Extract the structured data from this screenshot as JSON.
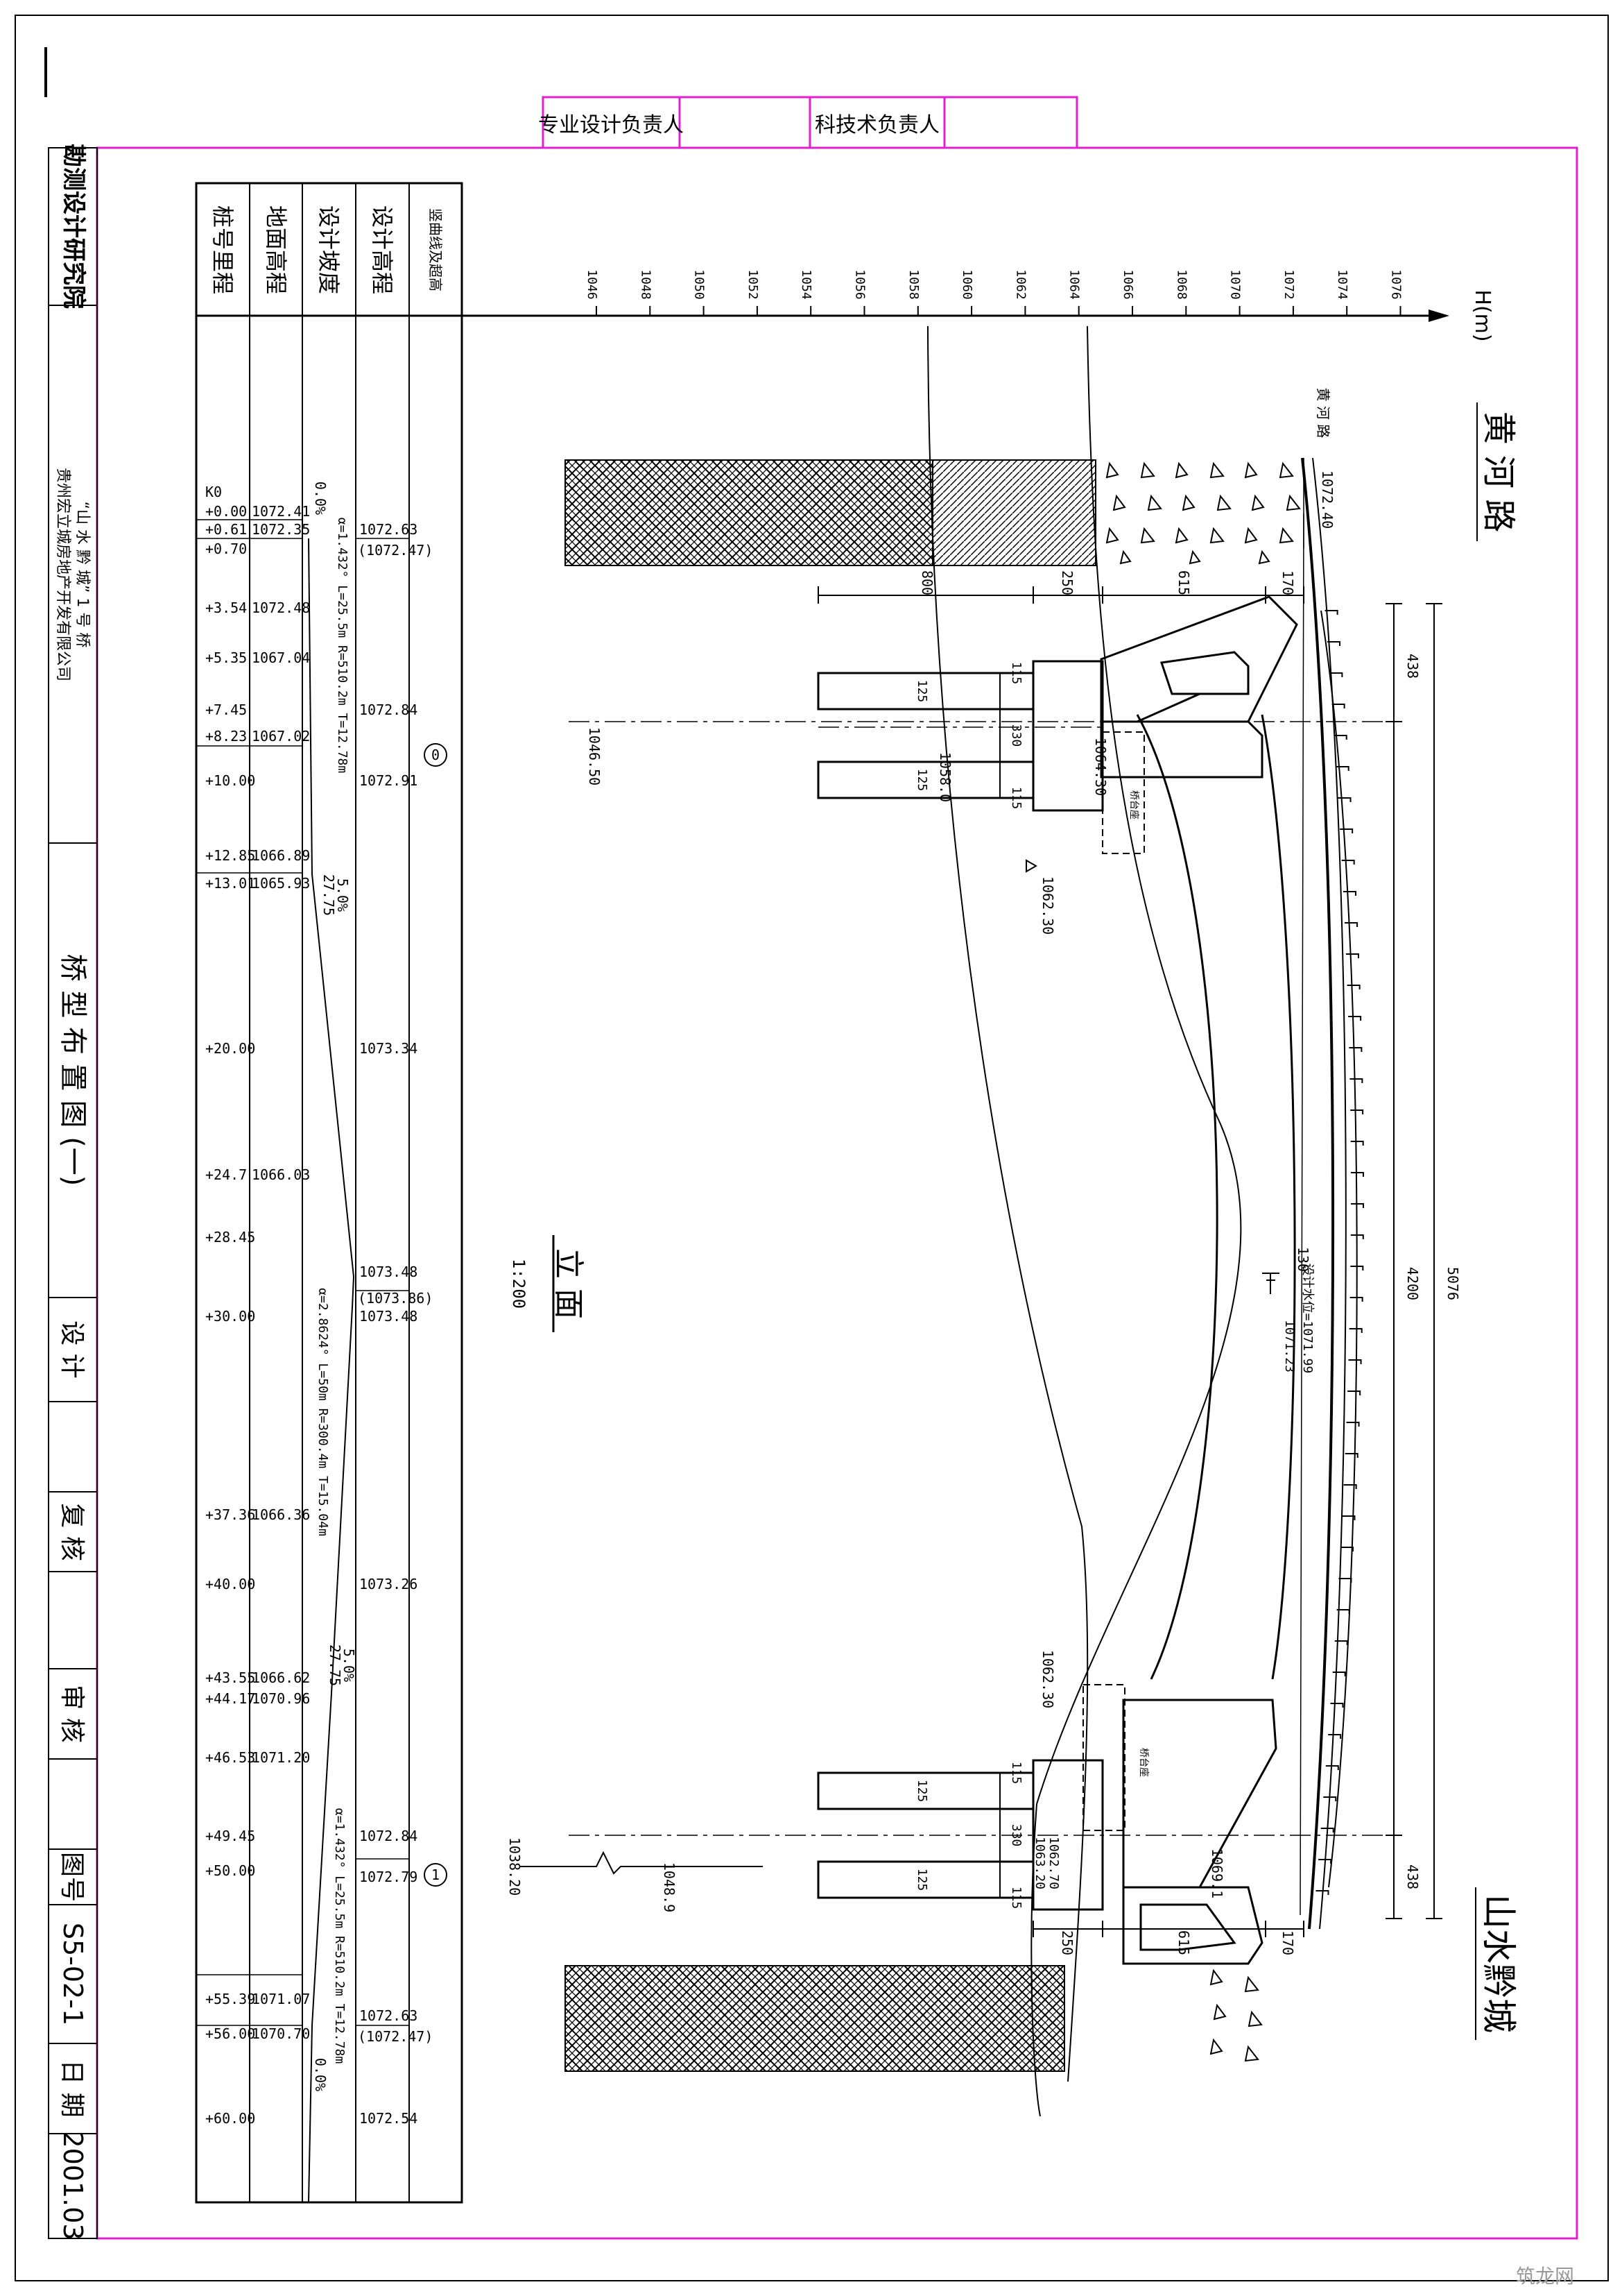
{
  "approval": {
    "prof_design_lead": "专业设计负责人",
    "tech_lead": "科技术负责人"
  },
  "title_block": {
    "institute": "勘测设计研究院",
    "client_line1": "贵州宏立城房地产开发有限公司",
    "client_line2": "“山 水 黔 城” 1 号 桥",
    "drawing_title": "桥 型 布 置 图 (一)",
    "design": "设 计",
    "check": "复 核",
    "review": "审 核",
    "drawing_no_label": "图号",
    "drawing_no": "S5-02-1",
    "date_label": "日 期",
    "date": "2001.03"
  },
  "table": {
    "row_labels": [
      "竖曲线及超高",
      "设计高程",
      "设计坡度",
      "地面高程",
      "桩号里程"
    ],
    "stations": [
      "K0",
      "+0.00",
      "+0.61",
      "+0.70",
      "+3.54",
      "+5.35",
      "+7.45",
      "+8.23",
      "+10.00",
      "+12.85",
      "+13.01",
      "+20.00",
      "+24.7",
      "+28.45",
      "+30.00",
      "+37.36",
      "+40.00",
      "+43.55",
      "+44.17",
      "+46.53",
      "+49.45",
      "+50.00",
      "+55.39",
      "+56.00",
      "+60.00"
    ],
    "ground_elev": [
      "1072.41",
      "1072.35",
      "1072.48",
      "1067.04",
      "1067.02",
      "1066.89",
      "1065.93",
      "1066.03",
      "1066.36",
      "1066.62",
      "1070.96",
      "1071.20",
      "1071.07",
      "1070.70"
    ],
    "design_elev": [
      "1072.63",
      "(1072.47)",
      "1072.84",
      "1072.91",
      "1073.34",
      "1073.48",
      "(1073.86)",
      "1073.48",
      "1073.26",
      "1072.84",
      "1072.79",
      "1072.63",
      "(1072.47)",
      "1072.54"
    ],
    "grades": [
      "0.0%",
      "5.0%",
      "27.75",
      "5.0%",
      "27.75",
      "0.0%"
    ],
    "curves": [
      "α=1.432° L=25.5m R=510.2m T=12.78m",
      "α=2.8624° L=50m R=300.4m T=15.04m",
      "α=1.432° L=25.5m R=510.2m T=12.78m"
    ],
    "pier_marks": [
      "0",
      "1"
    ]
  },
  "drawing": {
    "axis_label": "H(m)",
    "axis_ticks": [
      "1046",
      "1048",
      "1050",
      "1052",
      "1054",
      "1056",
      "1058",
      "1060",
      "1062",
      "1064",
      "1066",
      "1068",
      "1070",
      "1072",
      "1074",
      "1076"
    ],
    "road_top": "黄 河 路",
    "road_top_small": "黄 河 路",
    "road_bottom": "山水黔城",
    "view_label": "立 面",
    "scale": "1:200",
    "dims_top": [
      "800",
      "250",
      "615",
      "170"
    ],
    "dims_bottom": [
      "250",
      "615",
      "170"
    ],
    "dims_side": [
      "438",
      "4200",
      "438",
      "5076"
    ],
    "foundation_dims": [
      "125",
      "115",
      "330",
      "115",
      "125"
    ],
    "elevations": [
      "1072.40",
      "1046.50",
      "1058.0",
      "1064.30",
      "1062.30",
      "130",
      "设计水位=1071.99",
      "1071.23",
      "1062.30",
      "1038.20",
      "1048.9",
      "1063.20",
      "1062.70",
      "1069.1"
    ],
    "abutment_note": "桥台座",
    "watermark": "筑龙网"
  }
}
